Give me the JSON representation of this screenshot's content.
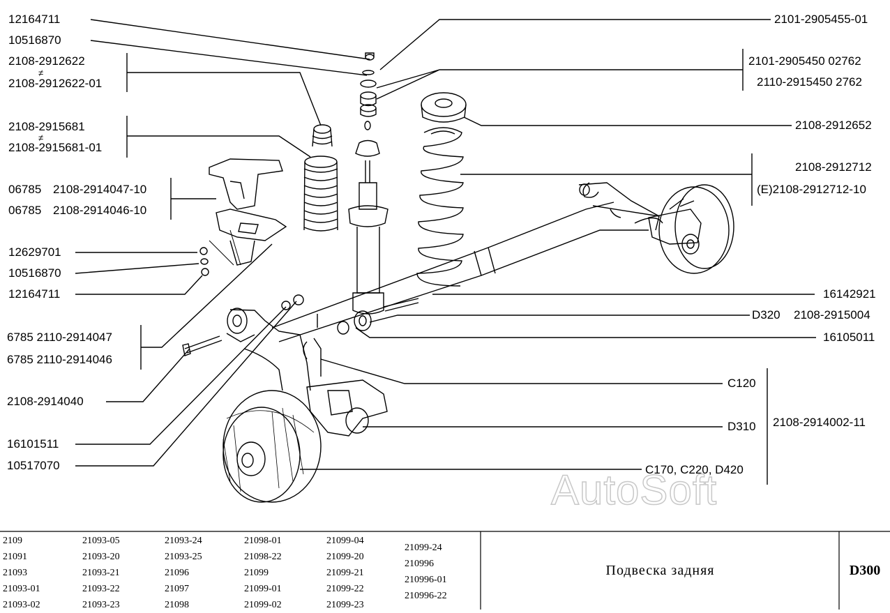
{
  "labels_left": {
    "l1": "12164711",
    "l2": "10516870",
    "l3a": "2108-2912622",
    "l3b": "2108-2912622-01",
    "l4a": "2108-2915681",
    "l4b": "2108-2915681-01",
    "l5a_pre": "06785",
    "l5a": "2108-2914047-10",
    "l5b_pre": "06785",
    "l5b": "2108-2914046-10",
    "l6": "12629701",
    "l7": "10516870",
    "l8": "12164711",
    "l9a": "6785  2110-2914047",
    "l9b": "6785  2110-2914046",
    "l10": "2108-2914040",
    "l11": "16101511",
    "l12": "10517070"
  },
  "labels_right": {
    "r1": "2101-2905455-01",
    "r2a": "2101-2905450  02762",
    "r2b": "2110-2915450  2762",
    "r3": "2108-2912652",
    "r4a": "2108-2912712",
    "r4b": "(E)2108-2912712-10",
    "r5": "16142921",
    "r6_pre": "D320",
    "r6": "2108-2915004",
    "r7": "16105011",
    "r8": "C120",
    "r9": "D310",
    "r10": "C170, C220, D420",
    "r11": "2108-2914002-11"
  },
  "neq_symbol": "≠",
  "watermark": "AutoSoft",
  "models": [
    [
      "2109",
      "21091",
      "21093",
      "21093-01",
      "21093-02"
    ],
    [
      "21093-05",
      "21093-20",
      "21093-21",
      "21093-22",
      "21093-23"
    ],
    [
      "21093-24",
      "21093-25",
      "21096",
      "21097",
      "21098"
    ],
    [
      "21098-01",
      "21098-22",
      "21099",
      "21099-01",
      "21099-02"
    ],
    [
      "21099-04",
      "21099-20",
      "21099-21",
      "21099-22",
      "21099-23"
    ],
    [
      "21099-24",
      "210996",
      "210996-01",
      "210996-22"
    ]
  ],
  "title": "Подвеска задняя",
  "page_code": "D300"
}
